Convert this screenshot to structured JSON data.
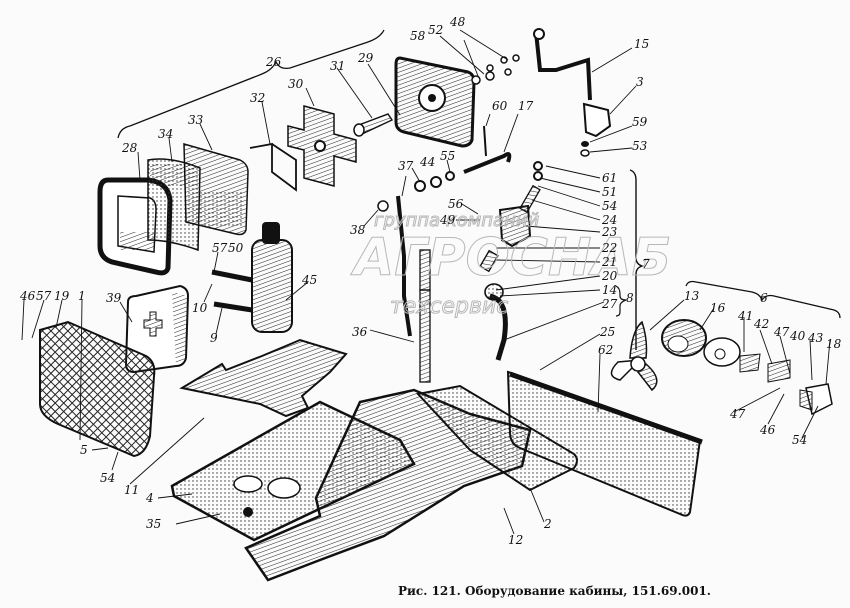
{
  "figure": {
    "caption": "Рис. 121. Оборудование кабины, 151.69.001.",
    "watermark": {
      "line1": "группа компаний",
      "line2": "АГРОСНАБ",
      "line3": "техсервис"
    }
  },
  "callouts": [
    {
      "id": "c26",
      "text": "26"
    },
    {
      "id": "c29",
      "text": "29"
    },
    {
      "id": "c31",
      "text": "31"
    },
    {
      "id": "c30",
      "text": "30"
    },
    {
      "id": "c32",
      "text": "32"
    },
    {
      "id": "c33",
      "text": "33"
    },
    {
      "id": "c34",
      "text": "34"
    },
    {
      "id": "c28",
      "text": "28"
    },
    {
      "id": "c58",
      "text": "58"
    },
    {
      "id": "c52",
      "text": "52"
    },
    {
      "id": "c48",
      "text": "48"
    },
    {
      "id": "c15",
      "text": "15"
    },
    {
      "id": "c3",
      "text": "3"
    },
    {
      "id": "c59",
      "text": "59"
    },
    {
      "id": "c53",
      "text": "53"
    },
    {
      "id": "c60",
      "text": "60"
    },
    {
      "id": "c17",
      "text": "17"
    },
    {
      "id": "c44",
      "text": "44"
    },
    {
      "id": "c55",
      "text": "55"
    },
    {
      "id": "c37",
      "text": "37"
    },
    {
      "id": "c61",
      "text": "61"
    },
    {
      "id": "c51",
      "text": "51"
    },
    {
      "id": "c54a",
      "text": "54"
    },
    {
      "id": "c24",
      "text": "24"
    },
    {
      "id": "c23",
      "text": "23"
    },
    {
      "id": "c22",
      "text": "22"
    },
    {
      "id": "c21",
      "text": "21"
    },
    {
      "id": "c20",
      "text": "20"
    },
    {
      "id": "c14",
      "text": "14"
    },
    {
      "id": "c27",
      "text": "27"
    },
    {
      "id": "c7",
      "text": "7"
    },
    {
      "id": "c8",
      "text": "8"
    },
    {
      "id": "c56",
      "text": "56"
    },
    {
      "id": "c49",
      "text": "49"
    },
    {
      "id": "c38",
      "text": "38"
    },
    {
      "id": "c36",
      "text": "36"
    },
    {
      "id": "c45",
      "text": "45"
    },
    {
      "id": "c57a",
      "text": "57"
    },
    {
      "id": "c50",
      "text": "50"
    },
    {
      "id": "c10",
      "text": "10"
    },
    {
      "id": "c9",
      "text": "9"
    },
    {
      "id": "c39",
      "text": "39"
    },
    {
      "id": "c46a",
      "text": "46"
    },
    {
      "id": "c57b",
      "text": "57"
    },
    {
      "id": "c19",
      "text": "19"
    },
    {
      "id": "c1",
      "text": "1"
    },
    {
      "id": "c5",
      "text": "5"
    },
    {
      "id": "c54b",
      "text": "54"
    },
    {
      "id": "c11",
      "text": "11"
    },
    {
      "id": "c4",
      "text": "4"
    },
    {
      "id": "c35",
      "text": "35"
    },
    {
      "id": "c12",
      "text": "12"
    },
    {
      "id": "c2",
      "text": "2"
    },
    {
      "id": "c25",
      "text": "25"
    },
    {
      "id": "c62",
      "text": "62"
    },
    {
      "id": "c6",
      "text": "6"
    },
    {
      "id": "c13",
      "text": "13"
    },
    {
      "id": "c16",
      "text": "16"
    },
    {
      "id": "c41",
      "text": "41"
    },
    {
      "id": "c42",
      "text": "42"
    },
    {
      "id": "c47a",
      "text": "47"
    },
    {
      "id": "c40",
      "text": "40"
    },
    {
      "id": "c43",
      "text": "43"
    },
    {
      "id": "c18",
      "text": "18"
    },
    {
      "id": "c47b",
      "text": "47"
    },
    {
      "id": "c46b",
      "text": "46"
    },
    {
      "id": "c54c",
      "text": "54"
    }
  ]
}
